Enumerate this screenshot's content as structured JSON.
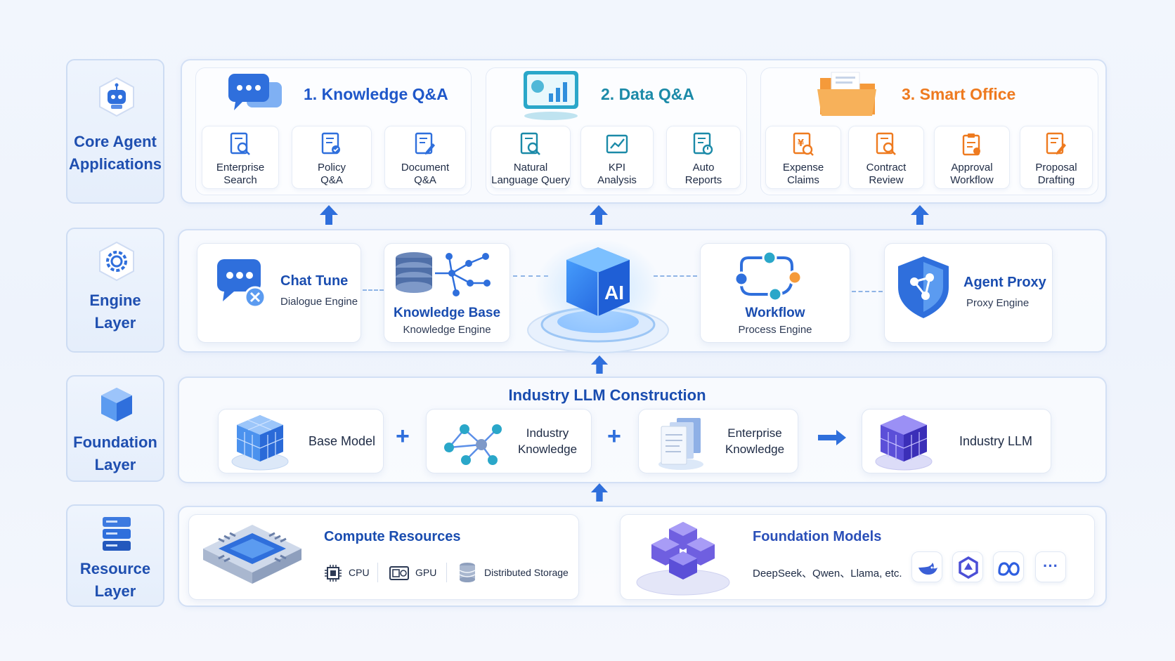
{
  "layers": {
    "core": [
      "Core Agent",
      "Applications"
    ],
    "engine": [
      "Engine",
      "Layer"
    ],
    "foundation": [
      "Foundation",
      "Layer"
    ],
    "resource": [
      "Resource",
      "Layer"
    ]
  },
  "apps": {
    "knowledge": {
      "title": "1. Knowledge Q&A",
      "items": [
        [
          "Enterprise",
          "Search"
        ],
        [
          "Policy",
          "Q&A"
        ],
        [
          "Document",
          "Q&A"
        ]
      ]
    },
    "data": {
      "title": "2. Data Q&A",
      "items": [
        [
          "Natural",
          "Language Query"
        ],
        [
          "KPI",
          "Analysis"
        ],
        [
          "Auto",
          "Reports"
        ]
      ]
    },
    "office": {
      "title": "3. Smart Office",
      "items": [
        [
          "Expense",
          "Claims"
        ],
        [
          "Contract",
          "Review"
        ],
        [
          "Approval",
          "Workflow"
        ],
        [
          "Proposal",
          "Drafting"
        ]
      ]
    }
  },
  "engines": {
    "chat": {
      "title": "Chat Tune",
      "sub": "Dialogue Engine"
    },
    "kb": {
      "title": "Knowledge Base",
      "sub": "Knowledge Engine"
    },
    "core_label": "AI",
    "workflow": {
      "title": "Workflow",
      "sub": "Process Engine"
    },
    "proxy": {
      "title": "Agent Proxy",
      "sub": "Proxy Engine"
    }
  },
  "foundation": {
    "title": "Industry LLM Construction",
    "base": "Base Model",
    "industry_knowledge": [
      "Industry",
      "Knowledge"
    ],
    "enterprise_knowledge": [
      "Enterprise",
      "Knowledge"
    ],
    "industry_llm": "Industry LLM",
    "plus": "+"
  },
  "resources": {
    "compute": {
      "title": "Compute Resources",
      "cpu": "CPU",
      "gpu": "GPU",
      "storage": "Distributed Storage"
    },
    "models": {
      "title": "Foundation Models",
      "list": "DeepSeek、Qwen、Llama, etc.",
      "more": "···"
    }
  },
  "colors": {
    "primary": "#1f57c9",
    "teal": "#1b8aa8",
    "orange": "#ee7a1f"
  }
}
